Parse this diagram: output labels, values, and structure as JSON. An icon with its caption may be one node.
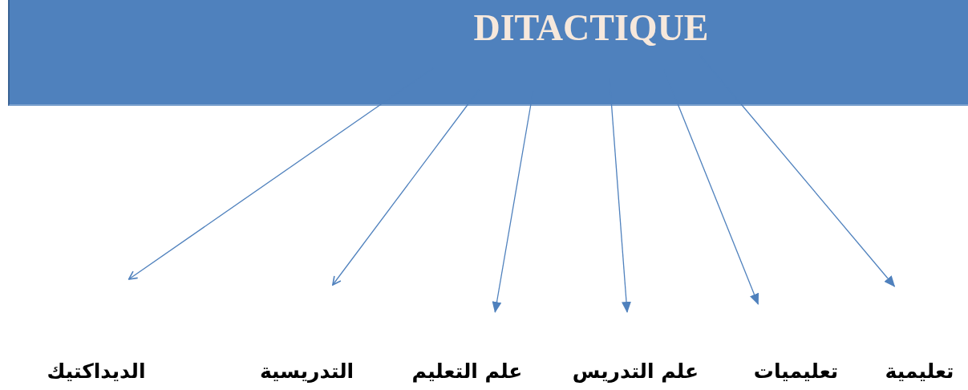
{
  "diagram": {
    "nodes": [
      {
        "text": [
          "DITACTIQUE"
        ]
      },
      {
        "text": [
          "الديداكتيك"
        ]
      },
      {
        "text": [
          "التدريسية"
        ]
      },
      {
        "text": [
          "علم التعليم"
        ]
      },
      {
        "text": [
          "علم التدريس"
        ]
      },
      {
        "text": [
          "تعليميات"
        ]
      },
      {
        "text": [
          "تعليمية"
        ]
      }
    ],
    "edges": [
      {
        "from": 0,
        "to": 1,
        "arrow": "to"
      },
      {
        "from": 0,
        "to": 2,
        "arrow": "to"
      },
      {
        "from": 0,
        "to": 3,
        "arrow": "to"
      },
      {
        "from": 0,
        "to": 4,
        "arrow": "to"
      },
      {
        "from": 0,
        "to": 5,
        "arrow": "to"
      },
      {
        "from": 0,
        "to": 6,
        "arrow": "to"
      }
    ]
  }
}
